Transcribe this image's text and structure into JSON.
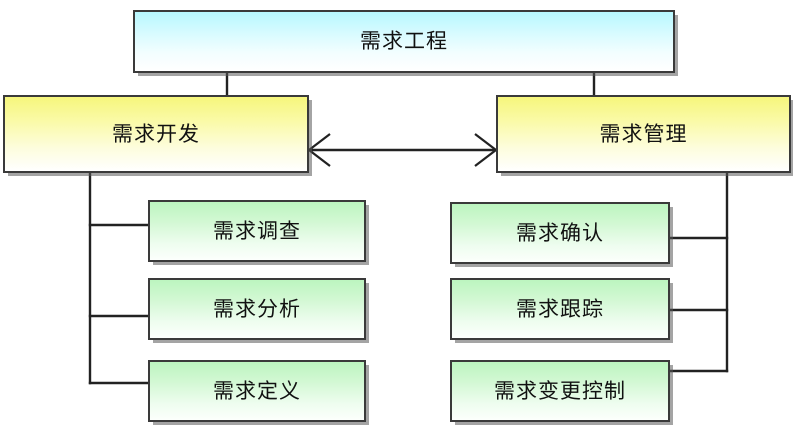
{
  "diagram": {
    "title_text": "需求工程",
    "type": "hierarchy-tree",
    "background_color": "#ffffff",
    "line_color": "#222222",
    "nodes": {
      "root": {
        "label": "需求工程",
        "fill_top": "#b7f8ff",
        "fill_bottom": "#ffffff",
        "level": 0
      },
      "branch_left": {
        "label": "需求开发",
        "fill_top": "#f6f67c",
        "fill_bottom": "#ffffff",
        "level": 1
      },
      "branch_right": {
        "label": "需求管理",
        "fill_top": "#f6f67c",
        "fill_bottom": "#ffffff",
        "level": 1
      },
      "left_children": [
        {
          "label": "需求调查",
          "fill_top": "#bcf5bf",
          "fill_bottom": "#fcfffc",
          "level": 2
        },
        {
          "label": "需求分析",
          "fill_top": "#bcf5bf",
          "fill_bottom": "#fcfffc",
          "level": 2
        },
        {
          "label": "需求定义",
          "fill_top": "#bcf5bf",
          "fill_bottom": "#fcfffc",
          "level": 2
        }
      ],
      "right_children": [
        {
          "label": "需求确认",
          "fill_top": "#bcf5bf",
          "fill_bottom": "#fcfffc",
          "level": 2
        },
        {
          "label": "需求跟踪",
          "fill_top": "#bcf5bf",
          "fill_bottom": "#fcfffc",
          "level": 2
        },
        {
          "label": "需求变更控制",
          "fill_top": "#bcf5bf",
          "fill_bottom": "#fcfffc",
          "level": 2
        }
      ]
    },
    "edges": [
      {
        "from": "需求工程",
        "to": "需求开发",
        "style": "plain"
      },
      {
        "from": "需求工程",
        "to": "需求管理",
        "style": "plain"
      },
      {
        "from": "需求开发",
        "to": "需求管理",
        "style": "double-arrow"
      },
      {
        "from": "需求开发",
        "to": "需求调查",
        "style": "plain"
      },
      {
        "from": "需求开发",
        "to": "需求分析",
        "style": "plain"
      },
      {
        "from": "需求开发",
        "to": "需求定义",
        "style": "plain"
      },
      {
        "from": "需求管理",
        "to": "需求确认",
        "style": "plain"
      },
      {
        "from": "需求管理",
        "to": "需求跟踪",
        "style": "plain"
      },
      {
        "from": "需求管理",
        "to": "需求变更控制",
        "style": "plain"
      }
    ]
  }
}
